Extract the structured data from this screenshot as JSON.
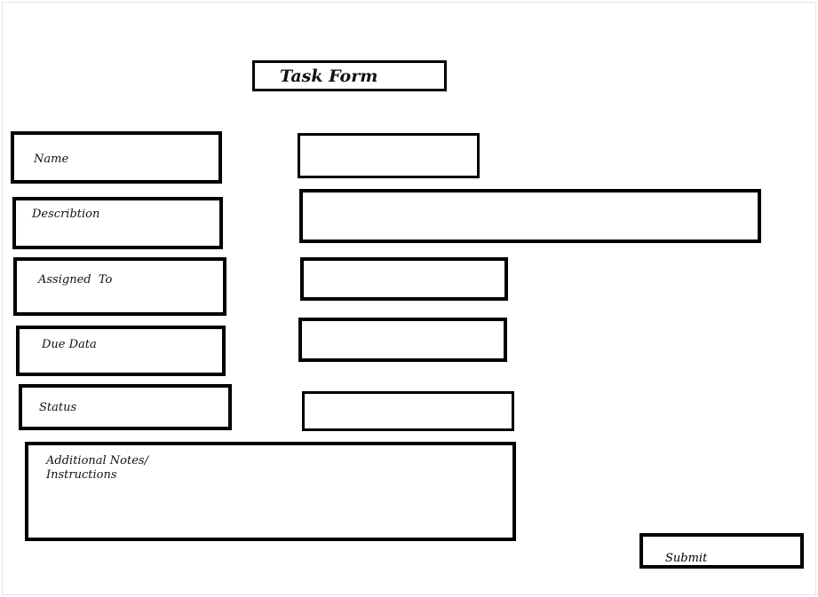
{
  "form": {
    "title": "Task Form",
    "fields": {
      "name": {
        "label": "Name",
        "value": ""
      },
      "description": {
        "label": "Describtion",
        "value": ""
      },
      "assigned_to": {
        "label": "Assigned  To",
        "value": ""
      },
      "due_date": {
        "label": "Due Data",
        "value": ""
      },
      "status": {
        "label": "Status",
        "value": ""
      }
    },
    "notes": {
      "label": "Additional Notes/\nInstructions"
    },
    "submit_label": "Submit"
  }
}
